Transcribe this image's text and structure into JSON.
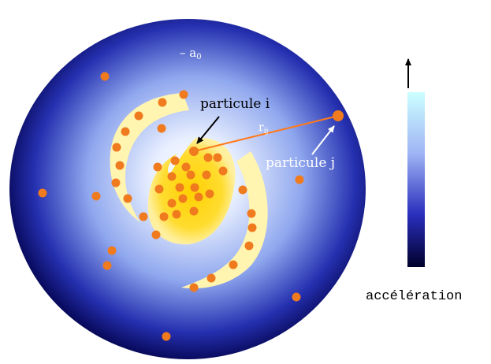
{
  "labels": {
    "particle_i": "particule i",
    "particle_j": "particule j",
    "distance": "r",
    "distance_sub": "ij",
    "background_accel": "– a",
    "background_accel_sub": "0",
    "colorbar_caption": "accélération"
  },
  "colors": {
    "disk_center": "#ffffff",
    "disk_mid": "#9db4f0",
    "disk_edge": "#02024a",
    "arm_fill": "#fff5b0",
    "core_fill": "#ffd31a",
    "particle": "#f07a1e",
    "vector_line": "#ff7a1a",
    "colorbar_top": "#ccffff",
    "colorbar_bottom": "#000035",
    "arrows": "#000000"
  }
}
